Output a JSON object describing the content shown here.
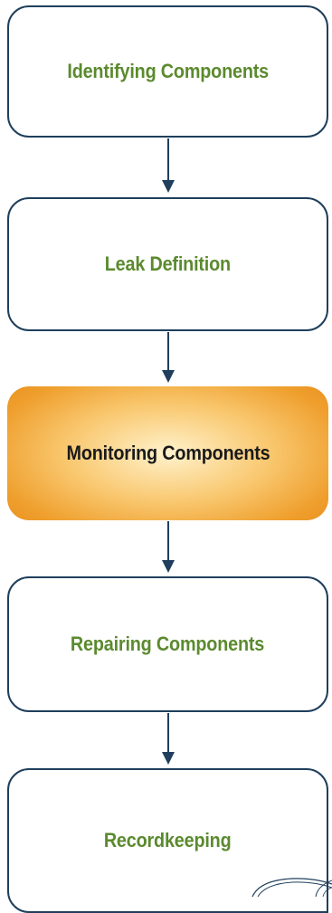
{
  "diagram": {
    "steps": [
      {
        "label": "Identifying Components",
        "highlighted": false
      },
      {
        "label": "Leak Definition",
        "highlighted": false
      },
      {
        "label": "Monitoring Components",
        "highlighted": true
      },
      {
        "label": "Repairing Components",
        "highlighted": false
      },
      {
        "label": "Recordkeeping",
        "highlighted": false
      }
    ],
    "colors": {
      "label_text": "#5b8a2e",
      "highlight_label_text": "#1a1a1a",
      "border": "#1f3f5c",
      "arrow": "#1f3f5c",
      "highlight_fill": "#ef9f2d"
    }
  }
}
